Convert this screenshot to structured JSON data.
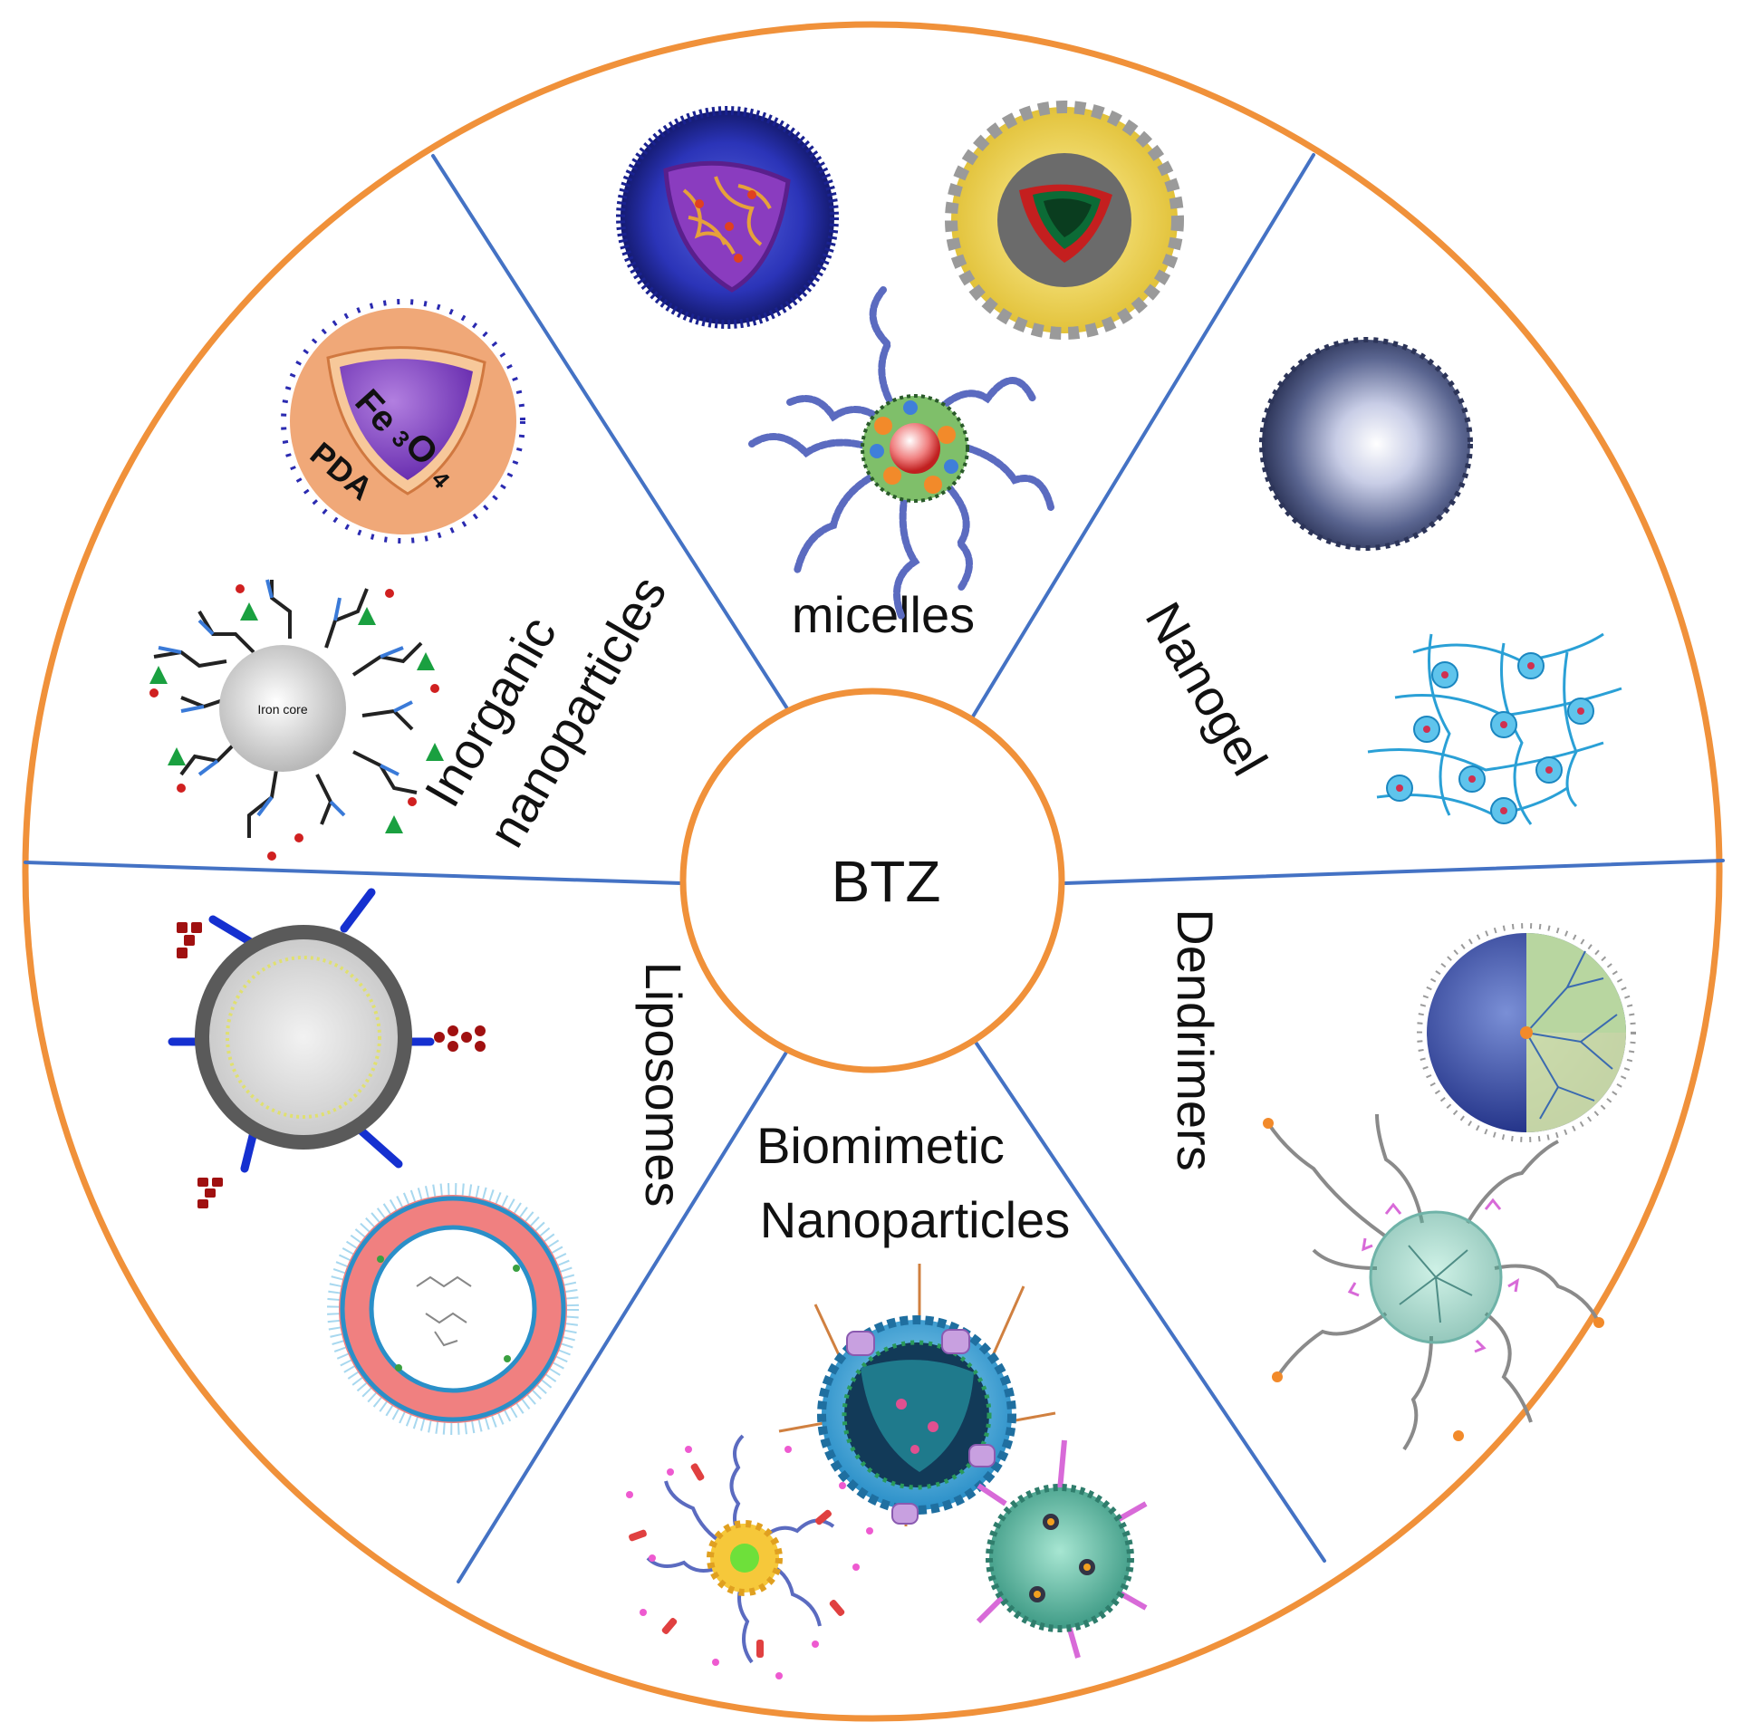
{
  "center": {
    "label": "BTZ"
  },
  "segments": {
    "micelles": {
      "label": "micelles"
    },
    "nanogel": {
      "label": "Nanogel"
    },
    "dendrimers": {
      "label": "Dendrimers"
    },
    "biomimetic": {
      "label_line1": "Biomimetic",
      "label_line2": "Nanoparticles"
    },
    "liposomes": {
      "label": "Liposomes"
    },
    "inorganic": {
      "label_line1": "Inorganic",
      "label_line2": "nanoparticles"
    }
  },
  "particle_text": {
    "fe3o4_main": "Fe",
    "fe3o4_sub1": "3",
    "fe3o4_o": "O",
    "fe3o4_sub2": "4",
    "pda": "PDA",
    "iron_core": "Iron core"
  },
  "colors": {
    "ring": "#f0913a",
    "divider": "#4472c4",
    "text": "#111111"
  }
}
